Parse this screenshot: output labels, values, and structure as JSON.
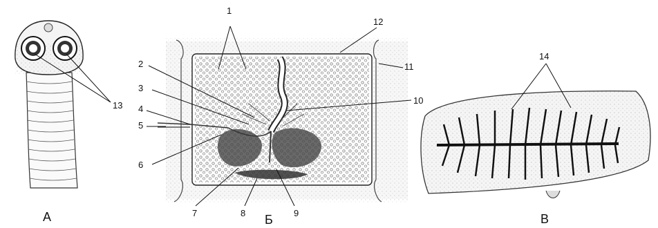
{
  "figure": {
    "panels": [
      {
        "id": "A",
        "caption": "А",
        "subject": "scolex"
      },
      {
        "id": "B",
        "caption": "Б",
        "subject": "hermaphrodite-proglottid"
      },
      {
        "id": "V",
        "caption": "В",
        "subject": "gravid-proglottid"
      }
    ],
    "labels": [
      "1",
      "2",
      "3",
      "4",
      "5",
      "6",
      "7",
      "8",
      "9",
      "10",
      "11",
      "12",
      "13",
      "14"
    ]
  }
}
